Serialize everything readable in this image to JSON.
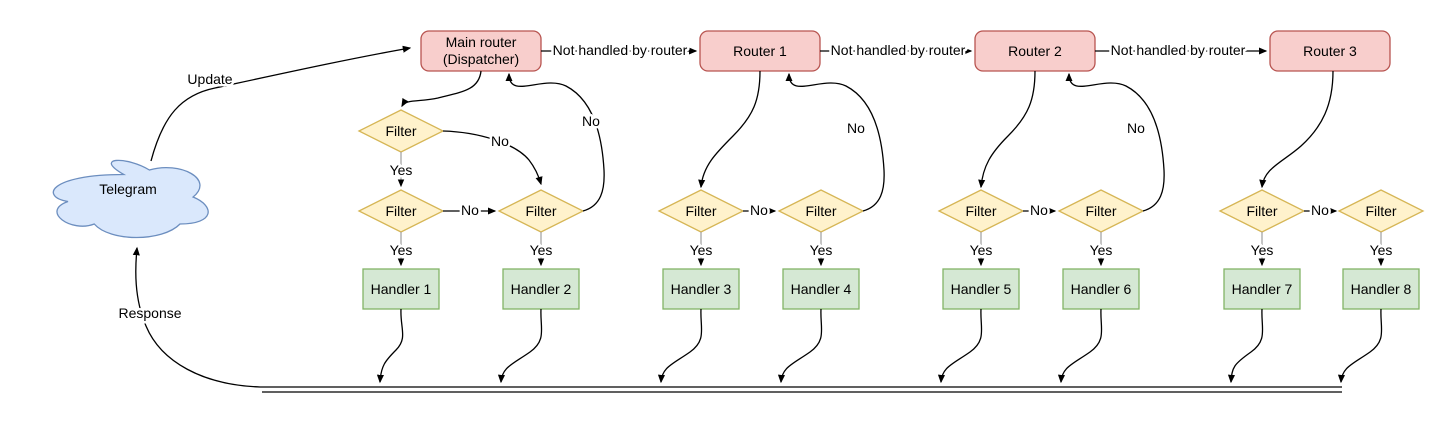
{
  "diagram": {
    "telegram": {
      "label": "Telegram"
    },
    "dispatcher": {
      "label_line1": "Main router",
      "label_line2": "(Dispatcher)"
    },
    "routers": [
      {
        "label": "Router 1"
      },
      {
        "label": "Router 2"
      },
      {
        "label": "Router 3"
      }
    ],
    "filter_label": "Filter",
    "handlers": [
      {
        "label": "Handler 1"
      },
      {
        "label": "Handler 2"
      },
      {
        "label": "Handler 3"
      },
      {
        "label": "Handler 4"
      },
      {
        "label": "Handler 5"
      },
      {
        "label": "Handler 6"
      },
      {
        "label": "Handler 7"
      },
      {
        "label": "Handler 8"
      }
    ],
    "edge_labels": {
      "update": "Update",
      "response": "Response",
      "not_handled": "Not handled by router",
      "yes": "Yes",
      "no": "No"
    },
    "colors": {
      "router_fill": "#f8cecc",
      "router_stroke": "#b85450",
      "filter_fill": "#fff2cc",
      "filter_stroke": "#d6b656",
      "handler_fill": "#d5e8d4",
      "handler_stroke": "#82b366",
      "cloud_fill": "#dae8fc",
      "cloud_stroke": "#6c8ebf",
      "edge_color": "#000000"
    }
  }
}
